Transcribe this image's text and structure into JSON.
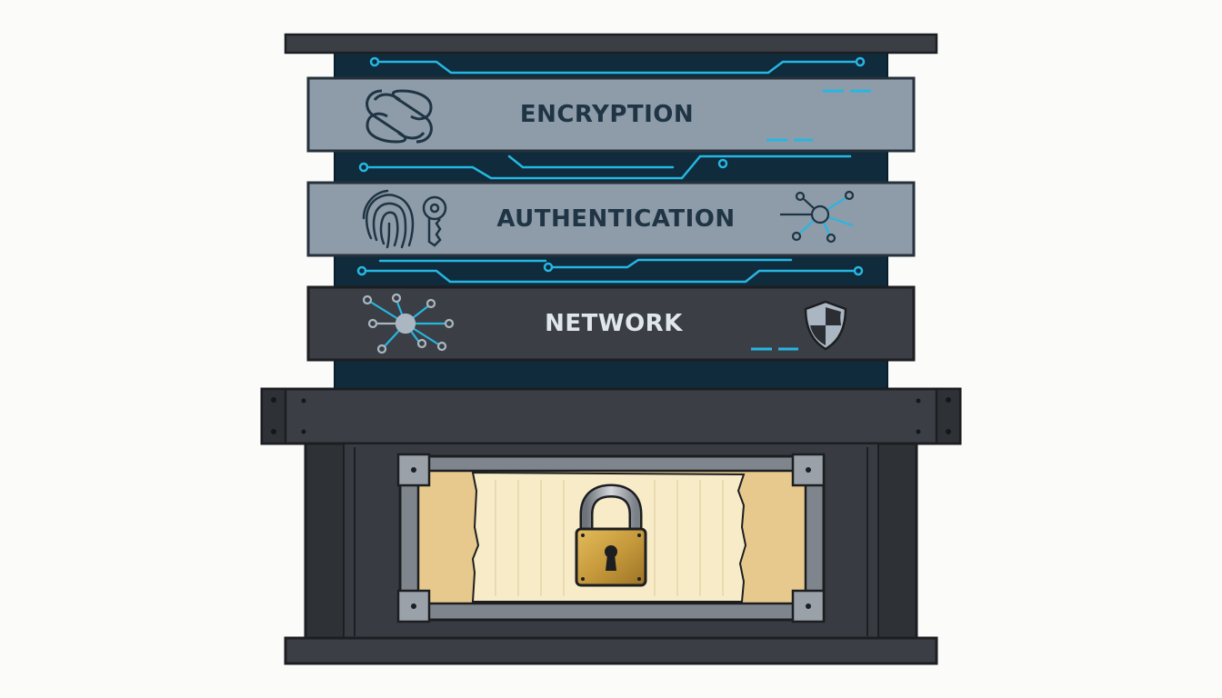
{
  "layers": {
    "encryption": {
      "label": "ENCRYPTION",
      "icon": "chain-link-icon"
    },
    "authentication": {
      "label": "AUTHENTICATION",
      "icons": [
        "fingerprint-icon",
        "key-icon",
        "node-graph-icon"
      ]
    },
    "network": {
      "label": "NETWORK",
      "icons": [
        "network-hub-icon",
        "shield-icon"
      ]
    }
  },
  "vault": {
    "icon": "padlock-icon"
  },
  "colors": {
    "panel_light": "#8d9ca8",
    "panel_dark": "#3b3f45",
    "backplane": "#0f2b3c",
    "circuit": "#27b6e2",
    "frame": "#2c2f33",
    "parchment": "#f3e3bb",
    "lock_gold": "#c79a3c"
  }
}
